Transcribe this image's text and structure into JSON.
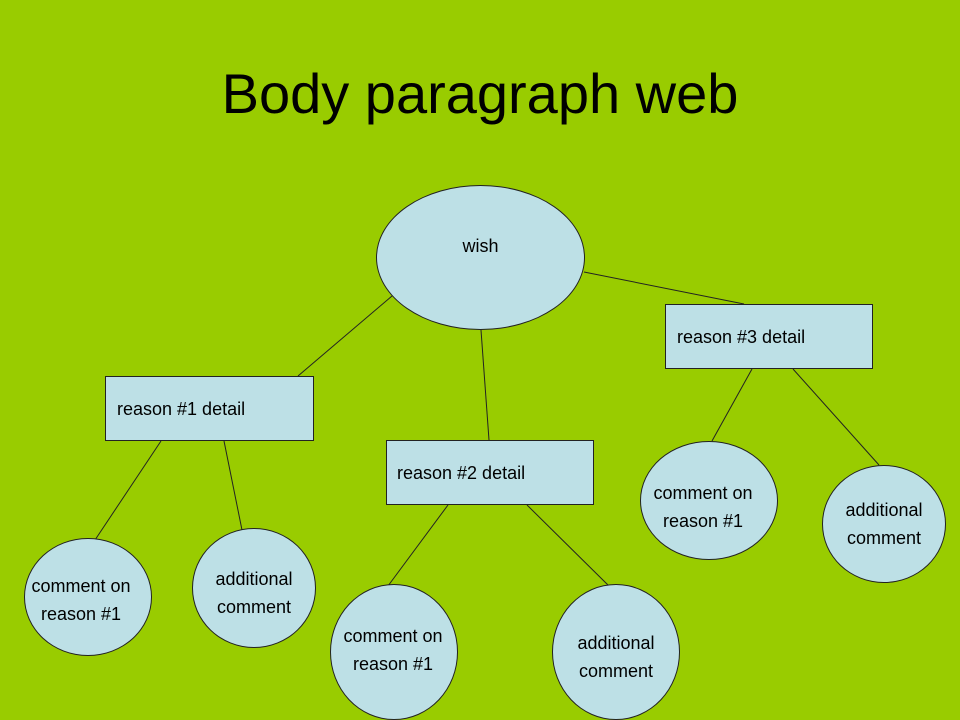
{
  "title": "Body paragraph web",
  "colors": {
    "background": "#99cc00",
    "node_fill": "#bde0e6",
    "node_border": "#222222",
    "line": "#222222"
  },
  "nodes": {
    "wish": "wish",
    "reason1": "reason #1 detail",
    "reason2": "reason #2 detail",
    "reason3": "reason #3 detail",
    "r1_comment": "comment on\nreason #1",
    "r1_additional": "additional\ncomment",
    "r2_comment": "comment on\nreason #1",
    "r2_additional": "additional\ncomment",
    "r3_comment": "comment on\nreason #1",
    "r3_additional": "additional\ncomment"
  }
}
